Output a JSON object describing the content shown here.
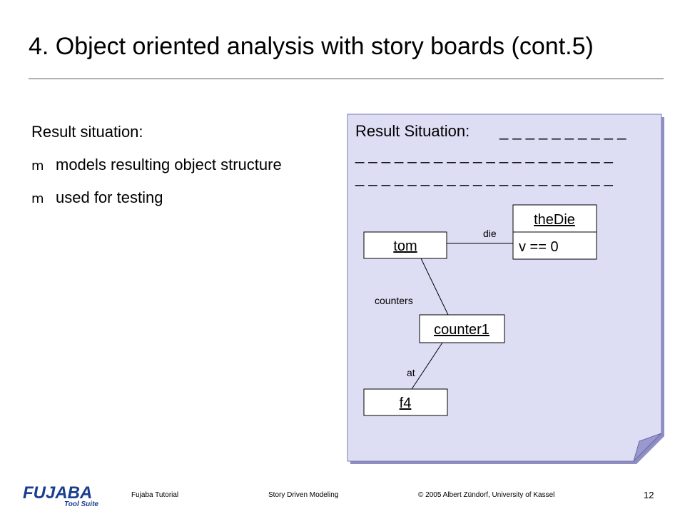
{
  "slide": {
    "title": "4. Object oriented analysis with story boards (cont.5)",
    "heading": "Result situation:",
    "bullets": [
      "models resulting object structure",
      "used for testing"
    ],
    "bullet_icon": "m"
  },
  "diagram": {
    "caption": "Result Situation:",
    "dash_line1": "_ _ _ _ _ _ _ _ _ _",
    "dash_line2": "_ _ _ _ _ _ _ _ _ _ _ _ _ _ _ _ _ _ _ _",
    "dash_line3": "_ _ _ _ _ _ _ _ _ _ _ _ _ _ _ _ _ _ _ _",
    "objects": {
      "tom": "tom",
      "theDie": "theDie",
      "theDie_attr": "v == 0",
      "counter1": "counter1",
      "f4": "f4"
    },
    "links": {
      "die": "die",
      "counters": "counters",
      "at": "at"
    }
  },
  "footer": {
    "logo_main": "FUJABA",
    "logo_sub": "Tool Suite",
    "left": "Fujaba Tutorial",
    "center": "Story Driven Modeling",
    "right": "© 2005 Albert Zündorf, University of Kassel",
    "page": "12"
  },
  "colors": {
    "paper_fill": "#ddddf4",
    "page_curl": "#9999d0",
    "logo_blue": "#1a3e8e"
  }
}
